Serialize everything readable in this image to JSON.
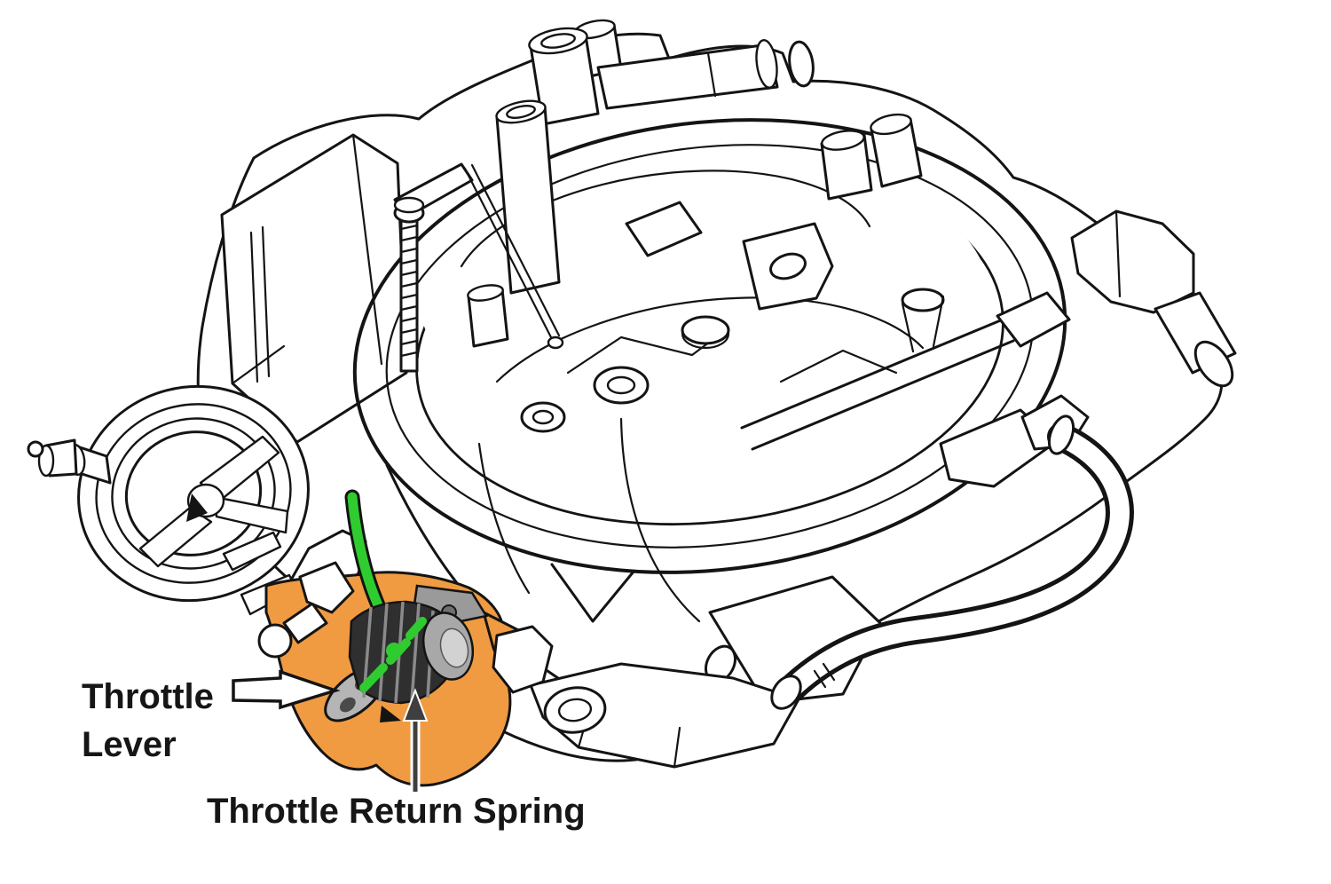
{
  "diagram": {
    "type": "technical-line-illustration",
    "subject": "Carburetor with throttle lever and throttle return spring highlighted",
    "background_color": "#ffffff",
    "line_color": "#141414",
    "highlights": {
      "throttle_lever_color": "#F09B42",
      "throttle_return_spring_color": "#2FCC2F",
      "spring_coil_dark": "#2f2f2f",
      "spring_cap_gray": "#a8a8a8"
    },
    "labels": {
      "throttle_lever": {
        "line1": "Throttle",
        "line2": "Lever"
      },
      "throttle_return_spring": {
        "text": "Throttle Return Spring"
      }
    },
    "callouts": [
      {
        "target": "throttle-lever",
        "pointer": "outlined-block-arrow-pointing-right"
      },
      {
        "target": "throttle-return-spring",
        "pointer": "thin-arrow-pointing-up"
      }
    ]
  }
}
